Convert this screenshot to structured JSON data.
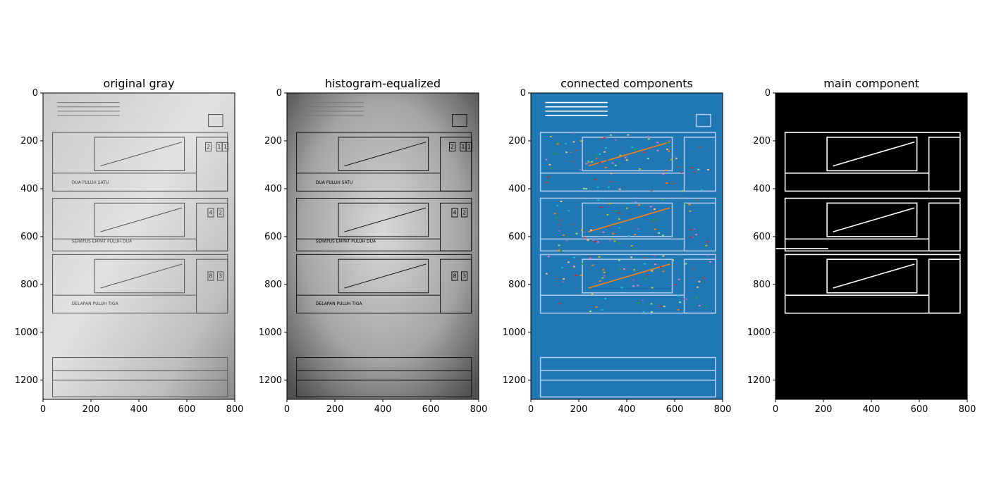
{
  "figure": {
    "background": "#ffffff"
  },
  "chart_data": [
    {
      "type": "heatmap",
      "title": "original gray",
      "colormap": "gray",
      "xlim": [
        0,
        800
      ],
      "ylim": [
        1280,
        0
      ],
      "x_ticks": [
        0,
        200,
        400,
        600,
        800
      ],
      "y_ticks": [
        0,
        200,
        400,
        600,
        800,
        1000,
        1200
      ],
      "handwritten_text": [
        "DUA PULUH SATU",
        "SERATUS EMPAT PULUH DUA",
        "DELAPAN PULUH TIGA"
      ],
      "vote_boxes": [
        "2",
        "1",
        "1",
        "4",
        "2",
        "8",
        "3"
      ]
    },
    {
      "type": "heatmap",
      "title": "histogram-equalized",
      "colormap": "gray",
      "xlim": [
        0,
        800
      ],
      "ylim": [
        1280,
        0
      ],
      "x_ticks": [
        0,
        200,
        400,
        600,
        800
      ],
      "y_ticks": [
        0,
        200,
        400,
        600,
        800,
        1000,
        1200
      ],
      "handwritten_text": [
        "DUA PULUH SATU",
        "SERATUS EMPAT PULUH DUA",
        "DELAPAN PULUH TIGA"
      ],
      "vote_boxes": [
        "2",
        "1",
        "1",
        "4",
        "2",
        "8",
        "3"
      ]
    },
    {
      "type": "heatmap",
      "title": "connected components",
      "colormap": "tab20",
      "background_color": "#1f77b4",
      "xlim": [
        0,
        800
      ],
      "ylim": [
        1280,
        0
      ],
      "x_ticks": [
        0,
        200,
        400,
        600,
        800
      ],
      "y_ticks": [
        0,
        200,
        400,
        600,
        800,
        1000,
        1200
      ]
    },
    {
      "type": "heatmap",
      "title": "main component",
      "colormap": "binary",
      "background_color": "#000000",
      "xlim": [
        0,
        800
      ],
      "ylim": [
        1280,
        0
      ],
      "x_ticks": [
        0,
        200,
        400,
        600,
        800
      ],
      "y_ticks": [
        0,
        200,
        400,
        600,
        800,
        1000,
        1200
      ]
    }
  ]
}
